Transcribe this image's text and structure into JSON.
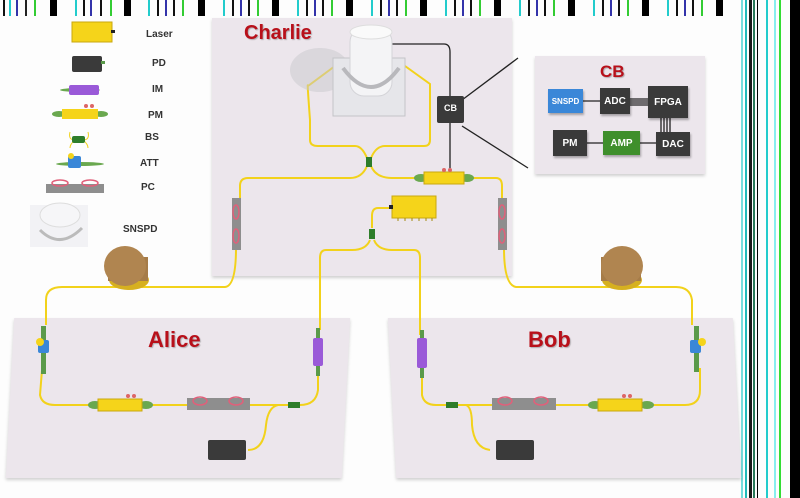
{
  "legend": {
    "items": [
      {
        "label": "Laser",
        "icon": "laser-icon"
      },
      {
        "label": "PD",
        "icon": "photodetector-icon"
      },
      {
        "label": "IM",
        "icon": "intensity-modulator-icon"
      },
      {
        "label": "PM",
        "icon": "phase-modulator-icon"
      },
      {
        "label": "BS",
        "icon": "beam-splitter-icon"
      },
      {
        "label": "ATT",
        "icon": "attenuator-icon"
      },
      {
        "label": "PC",
        "icon": "polarization-controller-icon"
      },
      {
        "label": "SNSPD",
        "icon": "snspd-icon"
      }
    ]
  },
  "stations": {
    "charlie": {
      "title": "Charlie",
      "cb_label": "CB"
    },
    "alice": {
      "title": "Alice"
    },
    "bob": {
      "title": "Bob"
    }
  },
  "cb_detail": {
    "title": "CB",
    "blocks": {
      "snspd": "SNSPD",
      "adc": "ADC",
      "fpga": "FPGA",
      "pm": "PM",
      "amp": "AMP",
      "dac": "DAC"
    }
  },
  "colors": {
    "title_red": "#b8101a",
    "fiber": "#f2d21b",
    "board": "#ece6ec",
    "chip_dark": "#3a3a3a",
    "snspd_blue": "#3a87d8",
    "amp_green": "#3f8f2c",
    "im_purple": "#9a5ad8",
    "laser_yellow": "#f5d41a"
  }
}
